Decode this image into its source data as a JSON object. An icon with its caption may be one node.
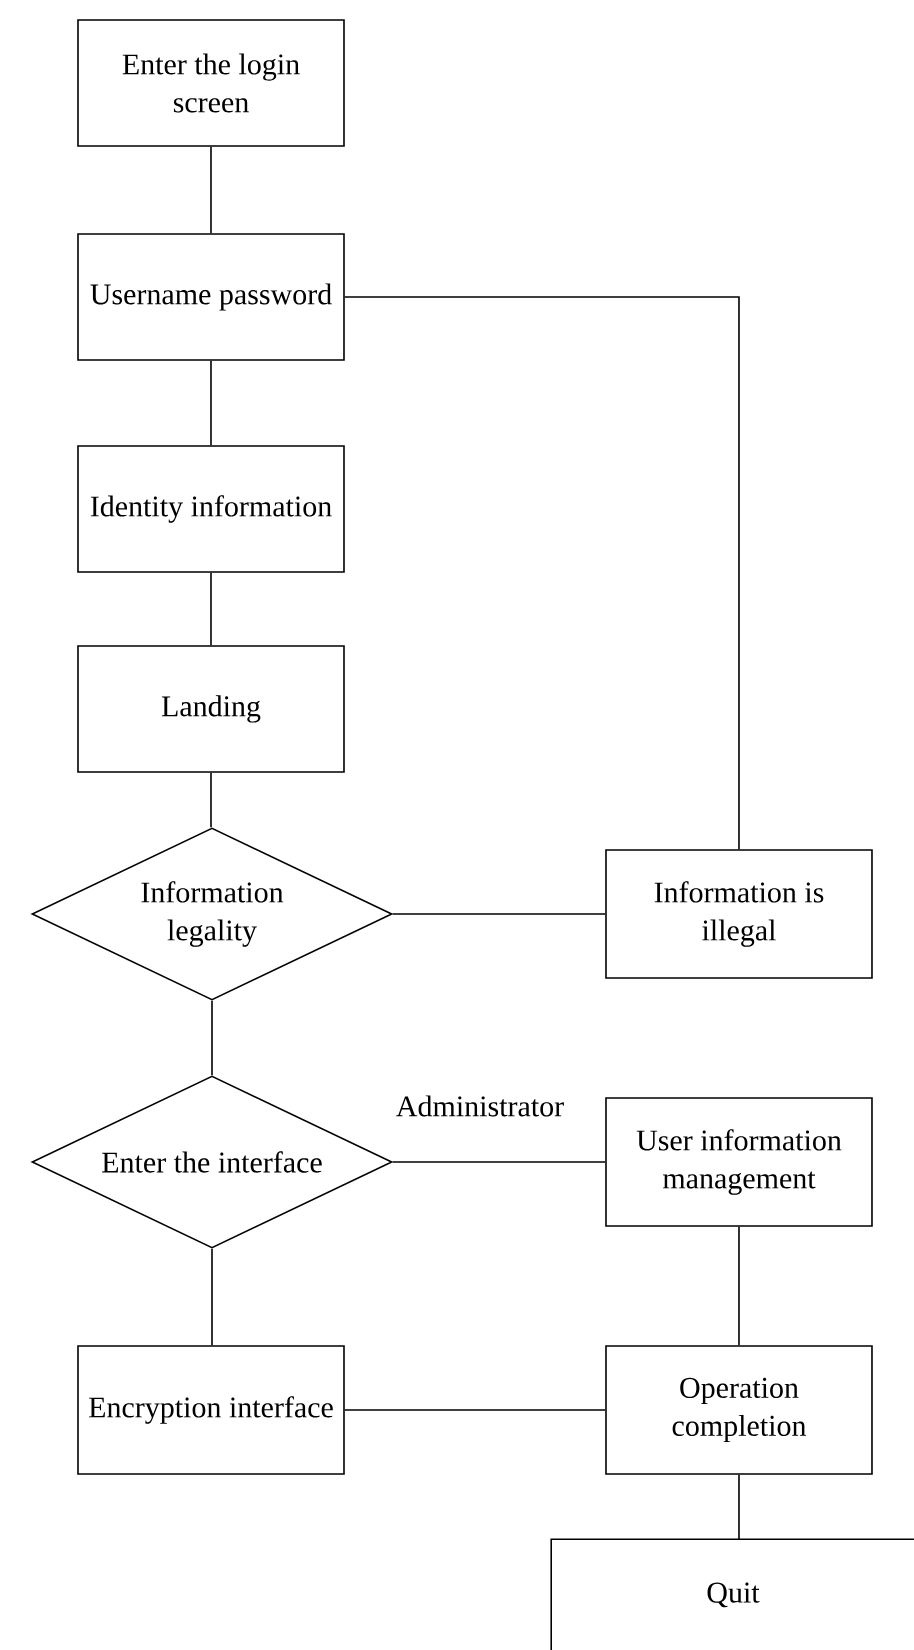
{
  "diagram": {
    "nodes": [
      {
        "text": [
          "Enter the login screen"
        ]
      },
      {
        "text": [
          "Username password"
        ]
      },
      {
        "text": [
          "Identity information"
        ]
      },
      {
        "text": [
          "Landing"
        ]
      },
      {
        "text": [
          "Information legality"
        ]
      },
      {
        "text": [
          "Information is illegal"
        ]
      },
      {
        "text": [
          "Enter the interface"
        ]
      },
      {
        "text": [
          "User information management"
        ]
      },
      {
        "text": [
          "Encryption interface"
        ]
      },
      {
        "text": [
          "Operation completion"
        ]
      },
      {
        "text": [
          "Quit"
        ]
      }
    ],
    "edges": [
      {
        "from": 0,
        "to": 1,
        "arrow": "none"
      },
      {
        "from": 1,
        "to": 2,
        "arrow": "none"
      },
      {
        "from": 2,
        "to": 3,
        "arrow": "none"
      },
      {
        "from": 3,
        "to": 4,
        "arrow": "none"
      },
      {
        "from": 1,
        "to": 5,
        "arrow": "none"
      },
      {
        "from": 4,
        "to": 5,
        "arrow": "none"
      },
      {
        "from": 4,
        "to": 6,
        "arrow": "none"
      },
      {
        "from": 6,
        "to": 7,
        "arrow": "none",
        "label": "Administrator"
      },
      {
        "from": 6,
        "to": 8,
        "arrow": "none"
      },
      {
        "from": 8,
        "to": 9,
        "arrow": "none"
      },
      {
        "from": 7,
        "to": 9,
        "arrow": "none"
      },
      {
        "from": 9,
        "to": 10,
        "arrow": "none"
      }
    ]
  }
}
